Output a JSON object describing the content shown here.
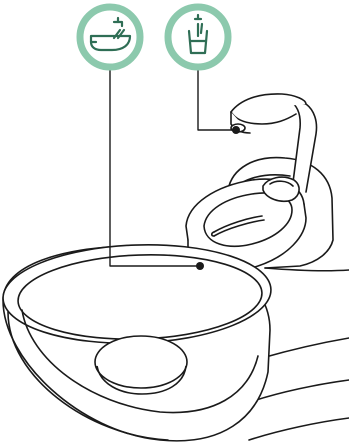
{
  "diagram": {
    "colors": {
      "accent": "#8cc9ad",
      "icon_stroke": "#2f6e55",
      "line": "#1a1a1a",
      "background": "#ffffff"
    },
    "callouts": [
      {
        "icon": "bowl-rinse-icon",
        "target": "spittoon-bowl"
      },
      {
        "icon": "cup-filler-icon",
        "target": "cup-filler-spout"
      }
    ],
    "parts": [
      "spittoon-bowl",
      "drain-outlet",
      "cup-tray",
      "cup-filler-spout",
      "unit-housing"
    ]
  }
}
